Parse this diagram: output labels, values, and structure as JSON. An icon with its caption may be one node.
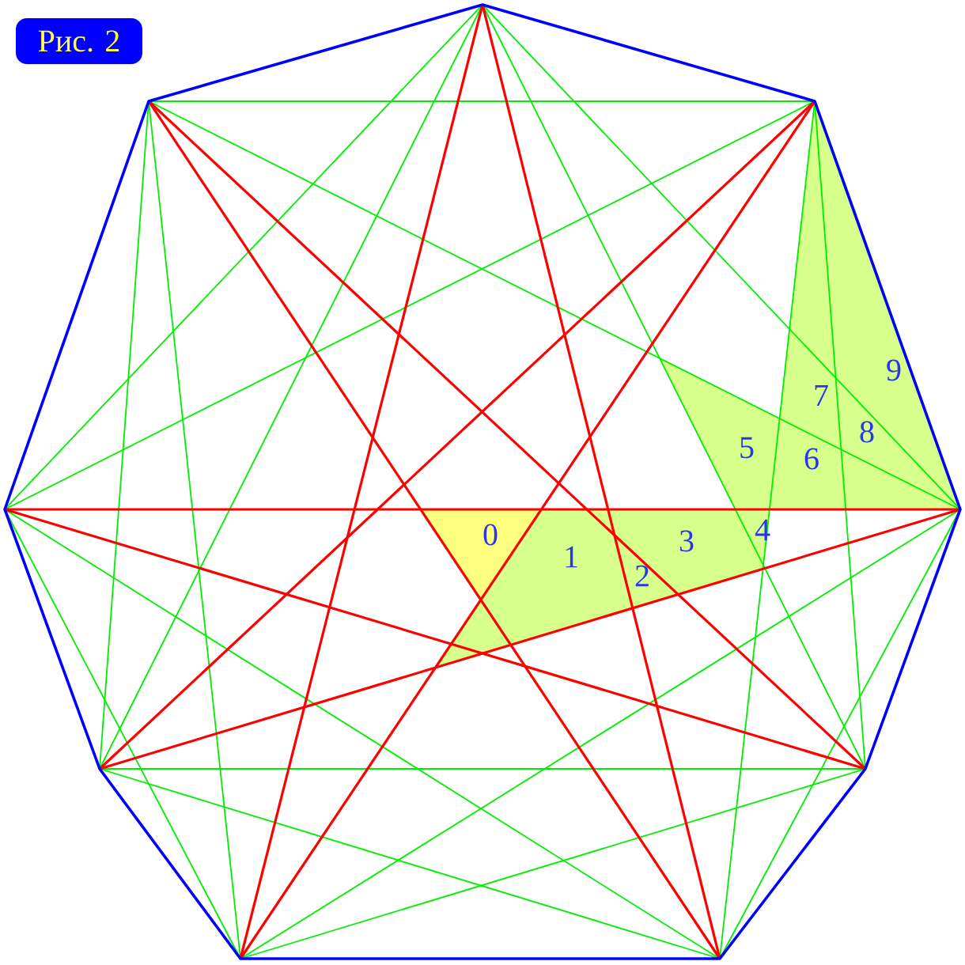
{
  "diagram": {
    "title": "Рис. 2",
    "labels": [
      "0",
      "1",
      "2",
      "3",
      "4",
      "5",
      "6",
      "7",
      "8",
      "9"
    ]
  }
}
